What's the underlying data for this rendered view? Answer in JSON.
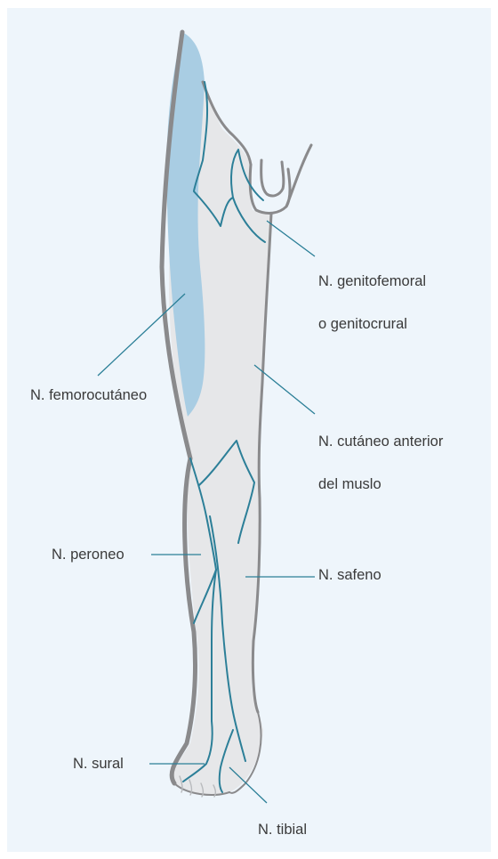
{
  "colors": {
    "background": "#eef5fb",
    "leg_fill": "#e6e7e9",
    "leg_outline": "#8a8a8c",
    "lateral_zone": "#a9cde3",
    "nerve": "#2c7f98",
    "leader": "#2b7f97",
    "text": "#3a3a3a"
  },
  "labels": {
    "genitofemoral_line1": "N. genitofemoral",
    "genitofemoral_line2": "o genitocrural",
    "femorocutaneo": "N. femorocutáneo",
    "cutaneo_line1": "N. cutáneo anterior",
    "cutaneo_line2": "del muslo",
    "peroneo": "N. peroneo",
    "safeno": "N. safeno",
    "sural": "N. sural",
    "tibial": "N. tibial"
  }
}
